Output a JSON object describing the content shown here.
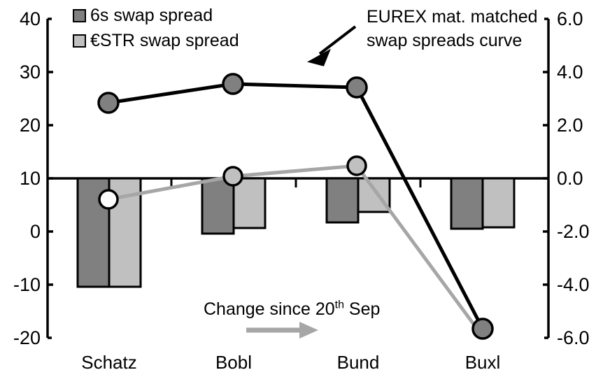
{
  "chart_data": {
    "type": "bar",
    "title": "",
    "subtitle": "",
    "xlabel": "",
    "ylabel": "",
    "categories": [
      "Schatz",
      "Bobl",
      "Bund",
      "Buxl"
    ],
    "grid": false,
    "legend_position": "top-left",
    "left_axis": {
      "label": "",
      "ticks": [
        "40",
        "30",
        "20",
        "10",
        "0",
        "-10",
        "-20"
      ],
      "tick_values": [
        40,
        30,
        20,
        10,
        0,
        -10,
        -20
      ],
      "ylim": [
        -20,
        40
      ]
    },
    "right_axis": {
      "label": "",
      "ticks": [
        "6.0",
        "4.0",
        "2.0",
        "0.0",
        "-2.0",
        "-4.0",
        "-6.0"
      ],
      "tick_values": [
        6.0,
        4.0,
        2.0,
        0.0,
        -2.0,
        -4.0,
        -6.0
      ],
      "ylim": [
        -6.0,
        6.0
      ]
    },
    "series": [
      {
        "name": "6s swap spread",
        "kind": "bar",
        "axis": "right",
        "color": "#808080",
        "values": [
          -4.05,
          -1.95,
          -1.45,
          -1.8
        ]
      },
      {
        "name": "€STR swap spread",
        "kind": "bar",
        "axis": "right",
        "color": "#c0c0c0",
        "values": [
          -4.05,
          -1.75,
          -1.15,
          -1.75
        ]
      },
      {
        "name": "EUREX mat. matched swap spreads curve",
        "kind": "line",
        "axis": "left",
        "color": "#000000",
        "marker_fill": "#808080",
        "values": [
          24.5,
          28.0,
          27.3,
          -18.0
        ]
      },
      {
        "name": "Change since 20th Sep",
        "kind": "line",
        "axis": "left",
        "color": "#a6a6a6",
        "marker_fill": "#ffffff",
        "values": [
          6.1,
          10.5,
          12.7,
          -19.2
        ]
      }
    ],
    "annotations": [
      {
        "name": "curve-callout",
        "line1": "EUREX mat. matched",
        "line2": "swap spreads curve"
      },
      {
        "name": "change-note",
        "prefix": "Change since 20",
        "superscript": "th",
        "suffix": " Sep"
      }
    ]
  },
  "legend": {
    "items": [
      {
        "label": "6s swap spread",
        "color": "#808080"
      },
      {
        "label": "€STR swap spread",
        "color": "#c0c0c0"
      }
    ]
  },
  "axes": {
    "left_ticks": [
      "40",
      "30",
      "20",
      "10",
      "0",
      "-10",
      "-20"
    ],
    "right_ticks": [
      "6.0",
      "4.0",
      "2.0",
      "0.0",
      "-2.0",
      "-4.0",
      "-6.0"
    ]
  },
  "categories": [
    "Schatz",
    "Bobl",
    "Bund",
    "Buxl"
  ],
  "annotation": {
    "callout_line1": "EUREX mat. matched",
    "callout_line2": "swap spreads curve",
    "change_prefix": "Change since 20",
    "change_sup": "th",
    "change_suffix": " Sep"
  },
  "colors": {
    "dark_grey": "#808080",
    "light_grey": "#c0c0c0",
    "line_black": "#000000",
    "line_grey": "#a6a6a6",
    "axis": "#000000"
  }
}
